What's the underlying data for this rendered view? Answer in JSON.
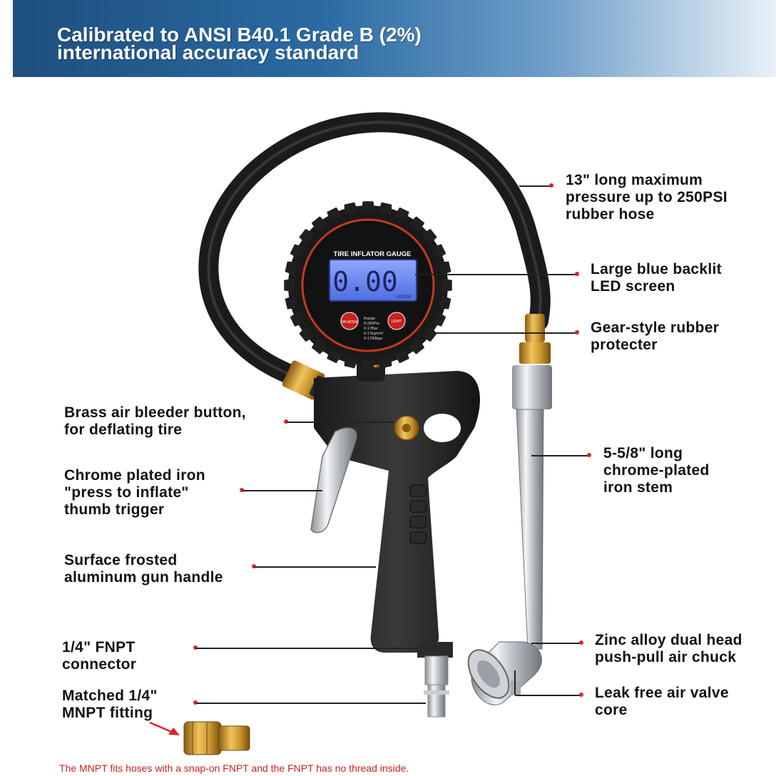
{
  "banner": {
    "line1": "Calibrated to ANSI B40.1 Grade B (2%)",
    "line2": "international accuracy standard"
  },
  "gauge": {
    "title": "TIRE INFLATOR GAUGE",
    "reading": "0.00",
    "unit": "KG/CM²",
    "on_mode_button": "ON MODE",
    "light_button": "LIGHT",
    "range_heading": "Range",
    "ranges": [
      "0-250Psi",
      "0-17Bar",
      "0-17kg/cm²",
      "0-1700kpa"
    ]
  },
  "callouts": {
    "hose": [
      "13\" long maximum",
      "pressure up to 250PSI",
      "rubber hose"
    ],
    "screen": [
      "Large blue backlit",
      "LED screen"
    ],
    "protector": [
      "Gear-style rubber",
      "protecter"
    ],
    "stem": [
      "5-5/8\" long",
      "chrome-plated",
      "iron stem"
    ],
    "chuck": [
      "Zinc alloy dual head",
      "push-pull air chuck"
    ],
    "valve": [
      "Leak free air valve",
      "core"
    ],
    "bleeder": [
      "Brass air bleeder button,",
      "for deflating tire"
    ],
    "trigger": [
      "Chrome plated iron",
      "\"press to inflate\"",
      "thumb trigger"
    ],
    "handle": [
      "Surface frosted",
      "aluminum gun handle"
    ],
    "fnpt": [
      "1/4\" FNPT",
      "connector"
    ],
    "mnpt": [
      "Matched 1/4\"",
      "MNPT fitting"
    ]
  },
  "footnote": "The MNPT fits hoses with a snap-on FNPT and the FNPT has no thread inside.",
  "colors": {
    "banner_start": "#1e4f7e",
    "accent_dot": "#d62828",
    "lcd_blue": "#4f6fe0",
    "brass": "#c8962e",
    "footnote_red": "#cc1f1f"
  }
}
